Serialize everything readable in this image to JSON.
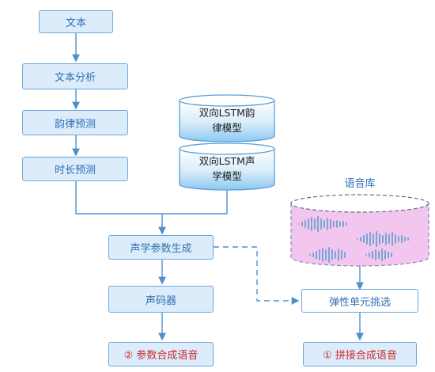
{
  "nodes": {
    "text": "文本",
    "text_analysis": "文本分析",
    "prosody_prediction": "韵律预测",
    "duration_prediction": "时长预测",
    "bilstm_prosody_model_l1": "双向LSTM韵",
    "bilstm_prosody_model_l2": "律模型",
    "bilstm_acoustic_model_l1": "双向LSTM声",
    "bilstm_acoustic_model_l2": "学模型",
    "acoustic_param_generation": "声学参数生成",
    "vocoder": "声码器",
    "param_synthesis": "② 参数合成语音",
    "speech_db": "语音库",
    "unit_selection": "弹性单元挑选",
    "concat_synthesis": "① 拼接合成语音"
  },
  "colors": {
    "box_fill": "#dcecfa",
    "box_border": "#6aa8dc",
    "box_text": "#2f6fb3",
    "arrow": "#4f8fcc",
    "result_text": "#cc2b2b",
    "db_fill": "#f2c6ee",
    "waveform": "#7aa6d6"
  }
}
